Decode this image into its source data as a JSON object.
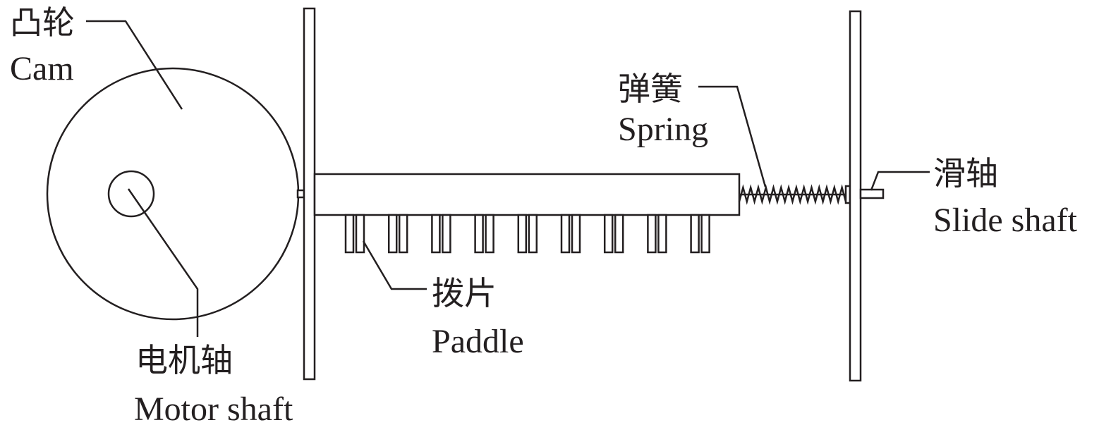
{
  "labels": {
    "cam": {
      "zh": "凸轮",
      "en": "Cam"
    },
    "spring": {
      "zh": "弹簧",
      "en": "Spring"
    },
    "slide_shaft": {
      "zh": "滑轴",
      "en": "Slide shaft"
    },
    "paddle": {
      "zh": "拨片",
      "en": "Paddle"
    },
    "motor_shaft": {
      "zh": "电机轴",
      "en": "Motor shaft"
    }
  },
  "components": {
    "paddle_count": 18,
    "spring_coils": 14
  },
  "colors": {
    "ink": "#231f20",
    "background": "#ffffff"
  }
}
